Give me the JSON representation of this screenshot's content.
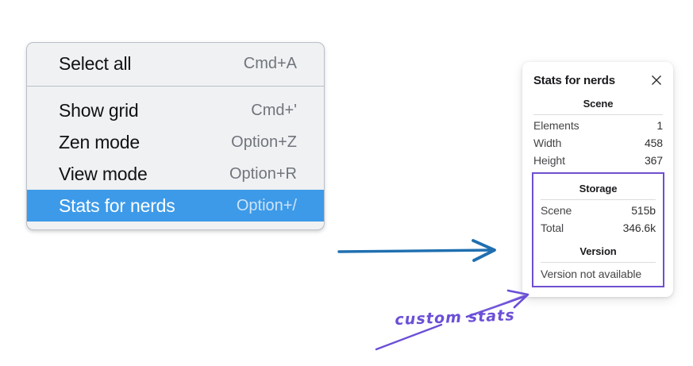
{
  "menu": {
    "groups": [
      {
        "items": [
          {
            "label": "Select all",
            "shortcut": "Cmd+A",
            "highlighted": false
          }
        ]
      },
      {
        "items": [
          {
            "label": "Show grid",
            "shortcut": "Cmd+'",
            "highlighted": false
          },
          {
            "label": "Zen mode",
            "shortcut": "Option+Z",
            "highlighted": false
          },
          {
            "label": "View mode",
            "shortcut": "Option+R",
            "highlighted": false
          },
          {
            "label": "Stats for nerds",
            "shortcut": "Option+/",
            "highlighted": true
          }
        ]
      }
    ]
  },
  "panel": {
    "title": "Stats for nerds",
    "close_icon": "close-icon",
    "sections": {
      "scene": {
        "heading": "Scene",
        "rows": [
          {
            "label": "Elements",
            "value": "1"
          },
          {
            "label": "Width",
            "value": "458"
          },
          {
            "label": "Height",
            "value": "367"
          }
        ]
      },
      "storage": {
        "heading": "Storage",
        "rows": [
          {
            "label": "Scene",
            "value": "515b"
          },
          {
            "label": "Total",
            "value": "346.6k"
          }
        ]
      },
      "version": {
        "heading": "Version",
        "text": "Version not available"
      }
    }
  },
  "annotations": {
    "handwritten_label": "custom stats",
    "blue_arrow": "arrow-right-icon",
    "purple_arrow": "arrow-up-right-icon"
  },
  "colors": {
    "menu_highlight": "#3d9ae8",
    "menu_background": "#f0f1f3",
    "annotation_blue": "#1f6fb0",
    "annotation_purple": "#6b4fd6",
    "custom_box_border": "#6f4fd0"
  }
}
